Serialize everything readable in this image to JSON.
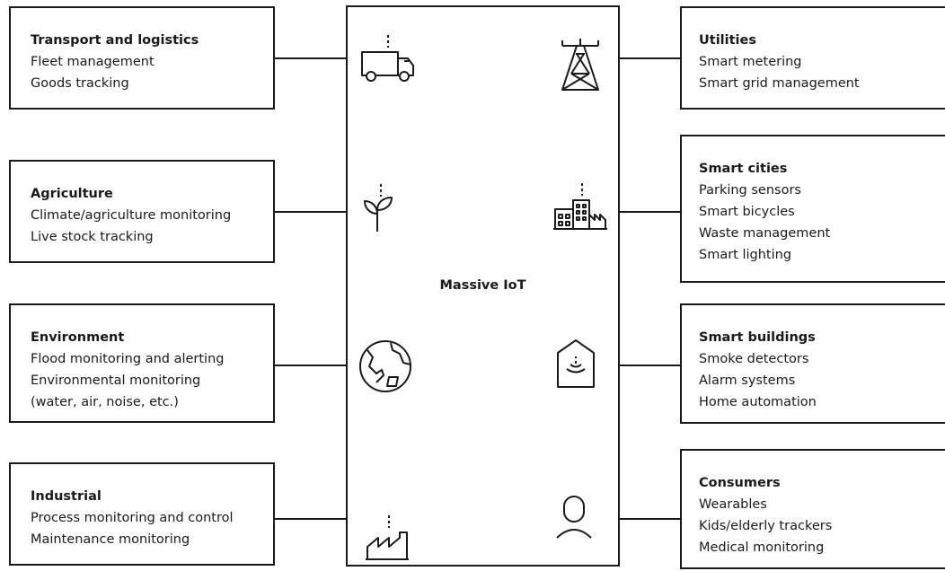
{
  "center": {
    "label": "Massive IoT"
  },
  "left": [
    {
      "title": "Transport and logistics",
      "items": [
        "Fleet management",
        "Goods tracking"
      ],
      "icon": "truck-icon"
    },
    {
      "title": "Agriculture",
      "items": [
        "Climate/agriculture monitoring",
        "Live stock tracking"
      ],
      "icon": "plant-sprout-icon"
    },
    {
      "title": "Environment",
      "items": [
        "Flood monitoring and alerting",
        "Environmental monitoring",
        "(water, air, noise, etc.)"
      ],
      "icon": "globe-icon"
    },
    {
      "title": "Industrial",
      "items": [
        "Process monitoring and control",
        "Maintenance monitoring"
      ],
      "icon": "factory-icon"
    }
  ],
  "right": [
    {
      "title": "Utilities",
      "items": [
        "Smart metering",
        "Smart grid management"
      ],
      "icon": "power-pylon-icon"
    },
    {
      "title": "Smart cities",
      "items": [
        "Parking sensors",
        "Smart bicycles",
        "Waste management",
        "Smart lighting"
      ],
      "icon": "city-buildings-icon"
    },
    {
      "title": "Smart buildings",
      "items": [
        "Smoke detectors",
        "Alarm systems",
        "Home automation"
      ],
      "icon": "smart-home-icon"
    },
    {
      "title": "Consumers",
      "items": [
        "Wearables",
        "Kids/elderly trackers",
        "Medical monitoring"
      ],
      "icon": "person-icon"
    }
  ]
}
